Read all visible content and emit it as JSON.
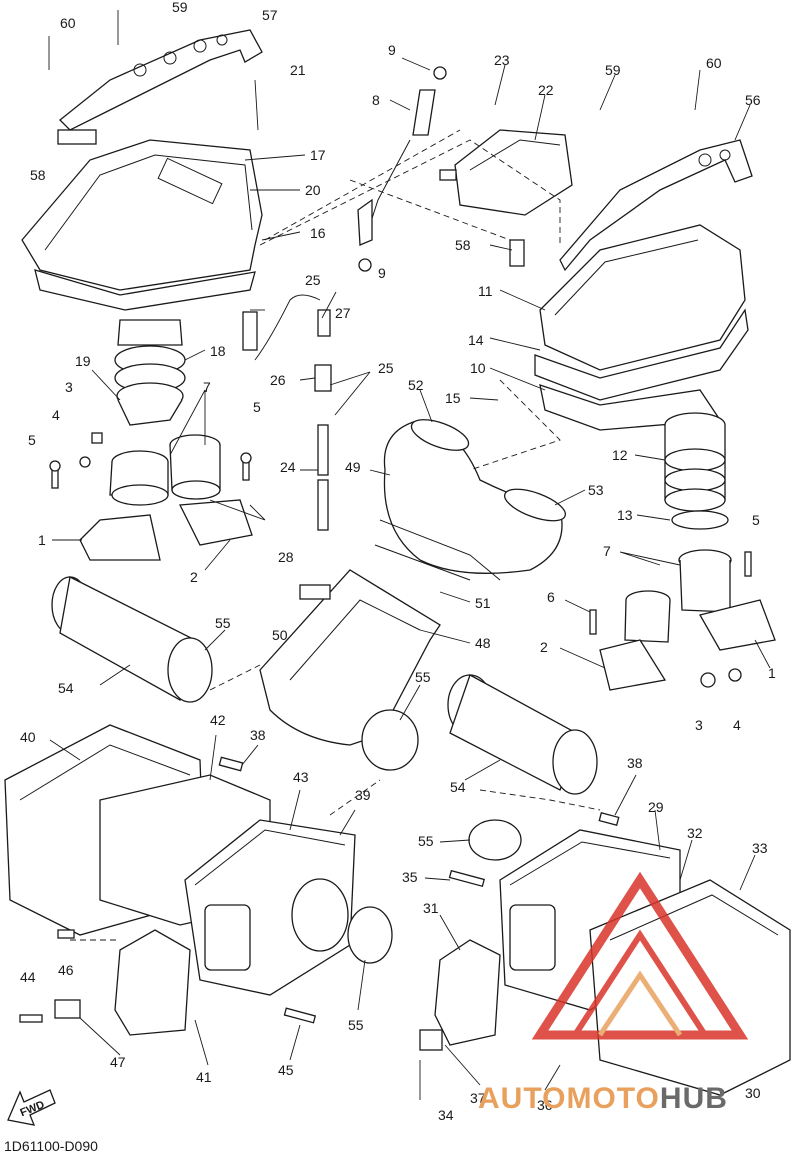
{
  "diagram": {
    "code": "1D61100-D090",
    "fwd_label": "FWD",
    "part_labels": [
      "1",
      "2",
      "3",
      "4",
      "5",
      "6",
      "7",
      "8",
      "9",
      "10",
      "11",
      "12",
      "13",
      "14",
      "15",
      "16",
      "17",
      "18",
      "19",
      "20",
      "21",
      "22",
      "23",
      "24",
      "25",
      "26",
      "27",
      "28",
      "29",
      "30",
      "31",
      "32",
      "33",
      "34",
      "35",
      "36",
      "37",
      "38",
      "39",
      "40",
      "41",
      "42",
      "43",
      "44",
      "45",
      "46",
      "47",
      "48",
      "49",
      "50",
      "51",
      "52",
      "53",
      "54",
      "55",
      "56",
      "57",
      "58",
      "59",
      "60"
    ]
  },
  "watermark": {
    "text_a": "AUTOMOTO",
    "text_b": "HUB",
    "color_primary": "#d9342b",
    "color_secondary": "#e8a05c",
    "color_gray": "#6a6a6a"
  }
}
